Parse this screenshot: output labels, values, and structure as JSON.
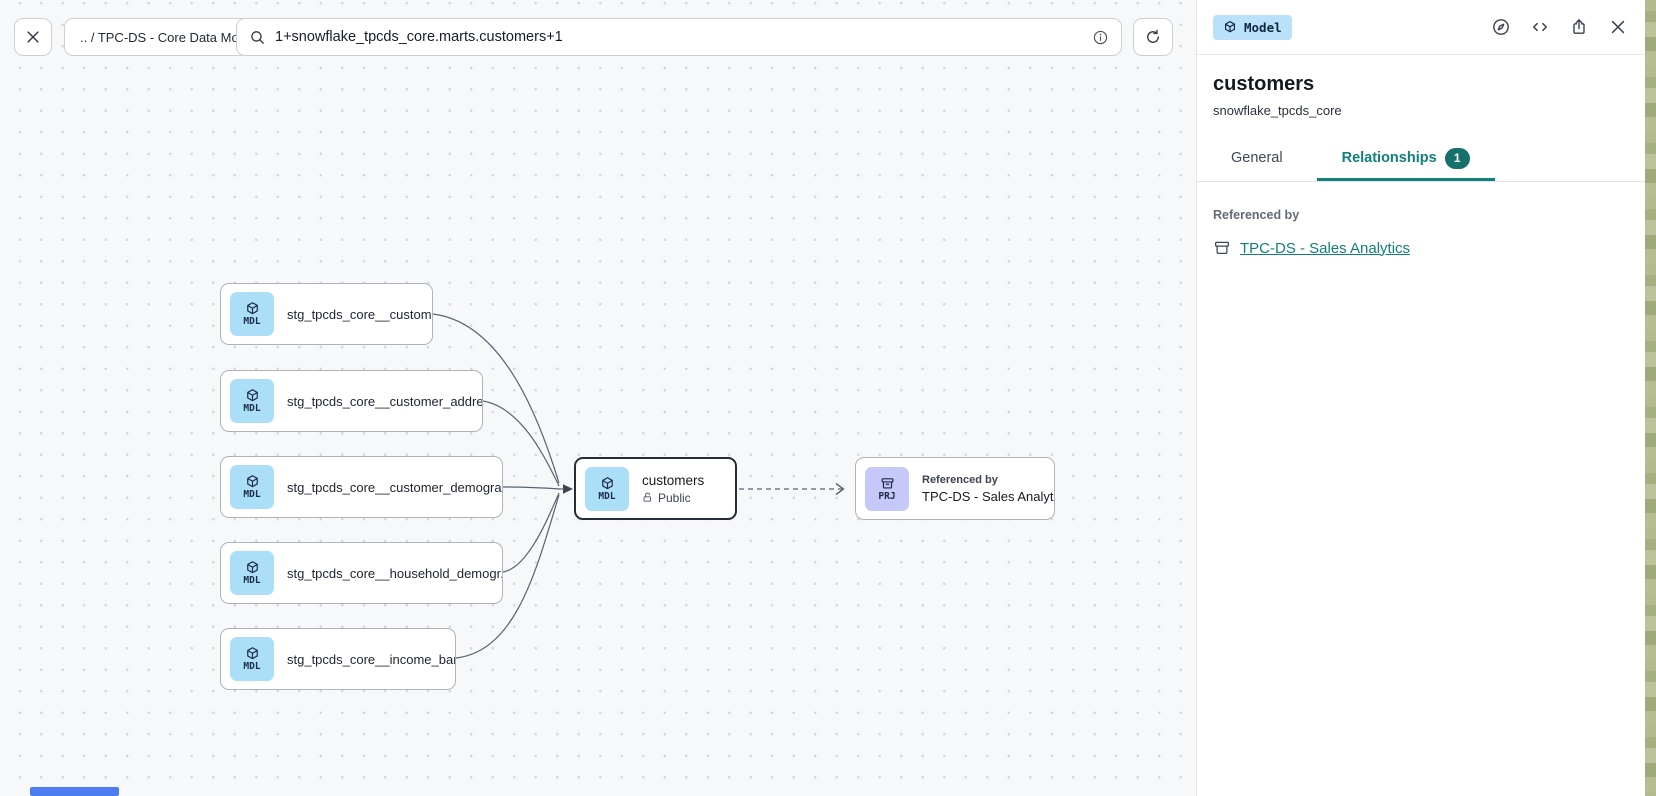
{
  "toolbar": {
    "breadcrumb": ".. / TPC-DS - Core Data Models",
    "search_value": "1+snowflake_tpcds_core.marts.customers+1"
  },
  "panel": {
    "type_badge": "Model",
    "title": "customers",
    "subtitle": "snowflake_tpcds_core",
    "tabs": {
      "general": "General",
      "relationships": "Relationships",
      "relationships_count": "1"
    },
    "referenced_by_label": "Referenced by",
    "reference_link": "TPC-DS - Sales Analytics"
  },
  "graph": {
    "nodes": [
      {
        "type": "MDL",
        "label": "stg_tpcds_core__customer"
      },
      {
        "type": "MDL",
        "label": "stg_tpcds_core__customer_address"
      },
      {
        "type": "MDL",
        "label": "stg_tpcds_core__customer_demogra..."
      },
      {
        "type": "MDL",
        "label": "stg_tpcds_core__household_demogr..."
      },
      {
        "type": "MDL",
        "label": "stg_tpcds_core__income_band"
      },
      {
        "type": "MDL",
        "label": "customers",
        "visibility": "Public",
        "selected": true
      },
      {
        "type": "PRJ",
        "kicker": "Referenced by",
        "label": "TPC-DS - Sales Analytics"
      }
    ],
    "edges": [
      {
        "from": "stg_tpcds_core__customer",
        "to": "customers",
        "style": "solid"
      },
      {
        "from": "stg_tpcds_core__customer_address",
        "to": "customers",
        "style": "solid"
      },
      {
        "from": "stg_tpcds_core__customer_demogra...",
        "to": "customers",
        "style": "solid"
      },
      {
        "from": "stg_tpcds_core__household_demogr...",
        "to": "customers",
        "style": "solid"
      },
      {
        "from": "stg_tpcds_core__income_band",
        "to": "customers",
        "style": "solid"
      },
      {
        "from": "customers",
        "to": "TPC-DS - Sales Analytics",
        "style": "dashed"
      }
    ]
  },
  "icons": {
    "header": [
      "compass-icon",
      "code-icon",
      "share-icon",
      "close-icon"
    ],
    "model_icon": "cube-icon",
    "project_icon": "archive-icon",
    "visibility_icon": "unlock-icon"
  },
  "colors": {
    "accent_teal": "#12807b",
    "count_pill_bg": "#16706c",
    "model_icon_bg": "#abdff7",
    "project_icon_bg": "#c5c8f8",
    "type_badge_bg": "#b9e2fa",
    "selected_node_border": "#262d38",
    "canvas_bg": "#f7f8f9",
    "bottom_bar_blue": "#4d7cf1"
  }
}
